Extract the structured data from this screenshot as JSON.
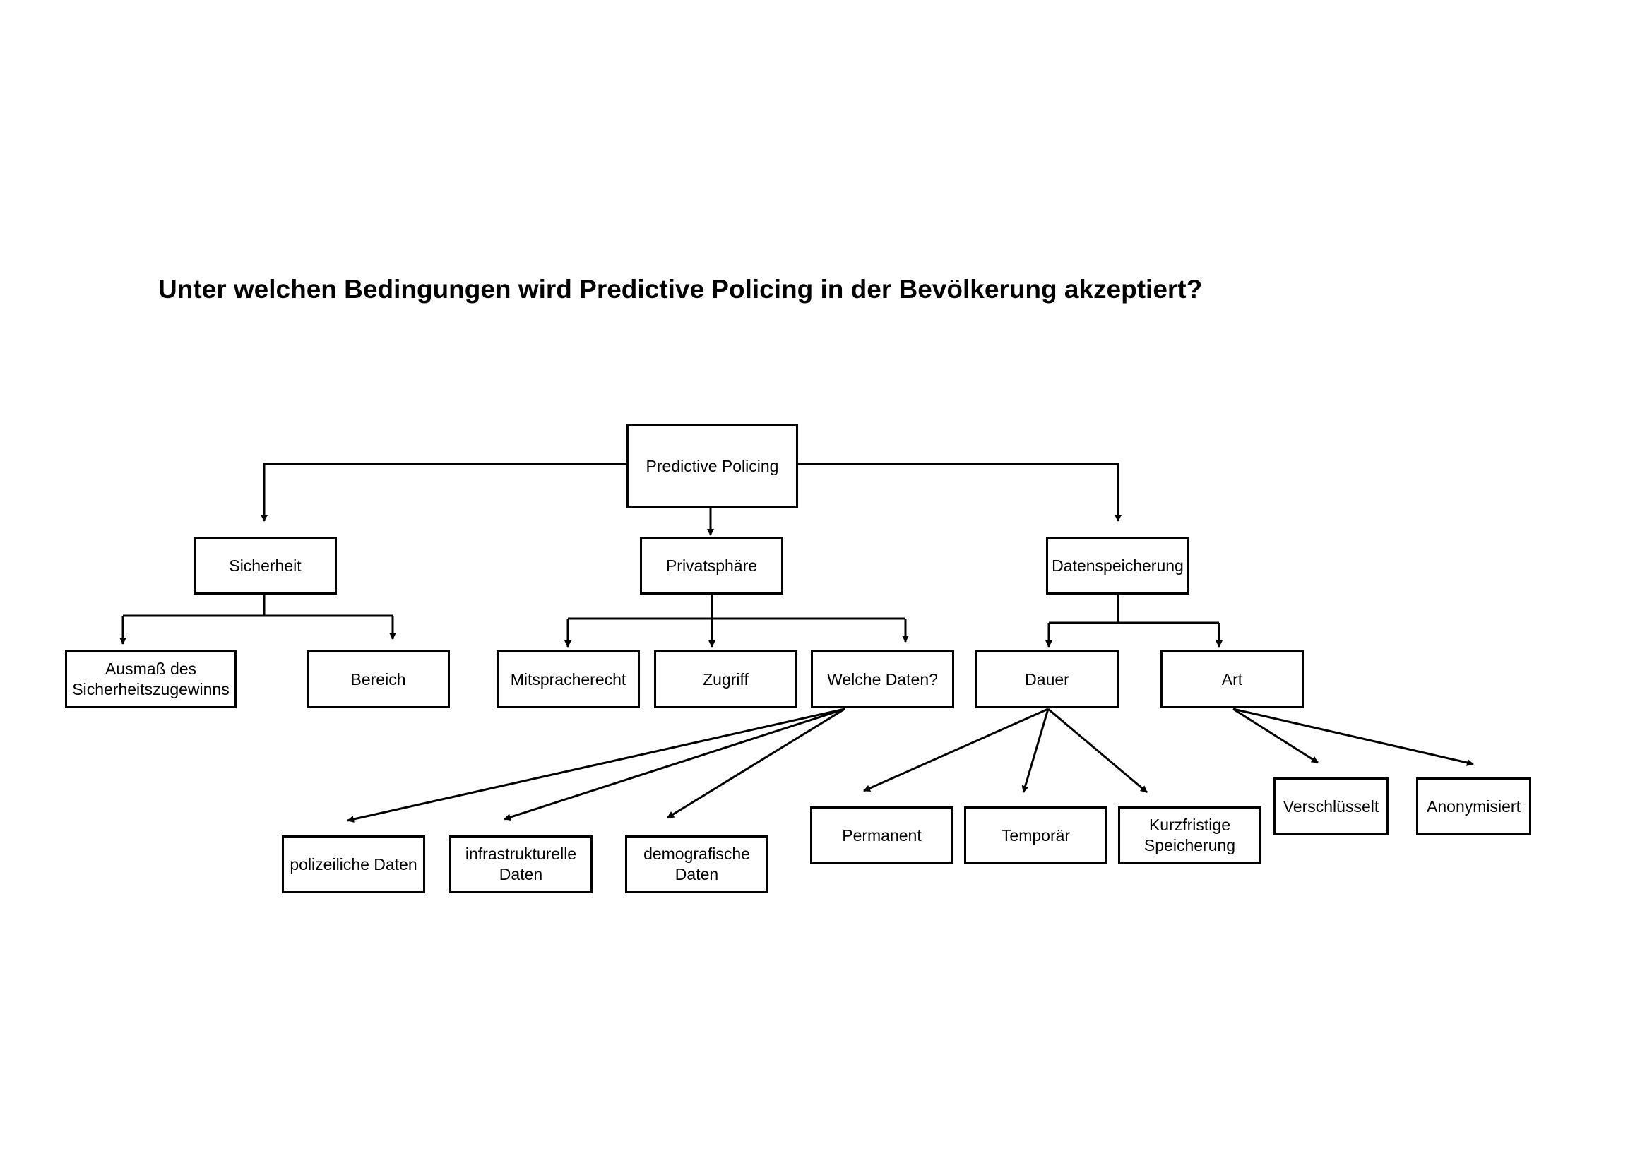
{
  "title": "Unter welchen Bedingungen wird Predictive Policing in der Bevölkerung akzeptiert?",
  "nodes": {
    "root": "Predictive Policing",
    "sicherheit": "Sicherheit",
    "privatsphaere": "Privatsphäre",
    "datenspeicherung": "Datenspeicherung",
    "ausmass": "Ausmaß des\nSicherheitszugewinns",
    "bereich": "Bereich",
    "mitspracherecht": "Mitspracherecht",
    "zugriff": "Zugriff",
    "welche_daten": "Welche Daten?",
    "dauer": "Dauer",
    "art": "Art",
    "polizeiliche": "polizeiliche Daten",
    "infrastrukturelle": "infrastrukturelle\nDaten",
    "demografische": "demografische\nDaten",
    "permanent": "Permanent",
    "temporaer": "Temporär",
    "kurzfristig": "Kurzfristige\nSpeicherung",
    "verschluesselt": "Verschlüsselt",
    "anonymisiert": "Anonymisiert"
  },
  "edges": [
    [
      "root",
      "sicherheit"
    ],
    [
      "root",
      "privatsphaere"
    ],
    [
      "root",
      "datenspeicherung"
    ],
    [
      "sicherheit",
      "ausmass"
    ],
    [
      "sicherheit",
      "bereich"
    ],
    [
      "privatsphaere",
      "mitspracherecht"
    ],
    [
      "privatsphaere",
      "zugriff"
    ],
    [
      "privatsphaere",
      "welche_daten"
    ],
    [
      "datenspeicherung",
      "dauer"
    ],
    [
      "datenspeicherung",
      "art"
    ],
    [
      "welche_daten",
      "polizeiliche"
    ],
    [
      "welche_daten",
      "infrastrukturelle"
    ],
    [
      "welche_daten",
      "demografische"
    ],
    [
      "dauer",
      "permanent"
    ],
    [
      "dauer",
      "temporaer"
    ],
    [
      "dauer",
      "kurzfristig"
    ],
    [
      "art",
      "verschluesselt"
    ],
    [
      "art",
      "anonymisiert"
    ]
  ],
  "colors": {
    "stroke": "#000000",
    "background": "#ffffff"
  }
}
